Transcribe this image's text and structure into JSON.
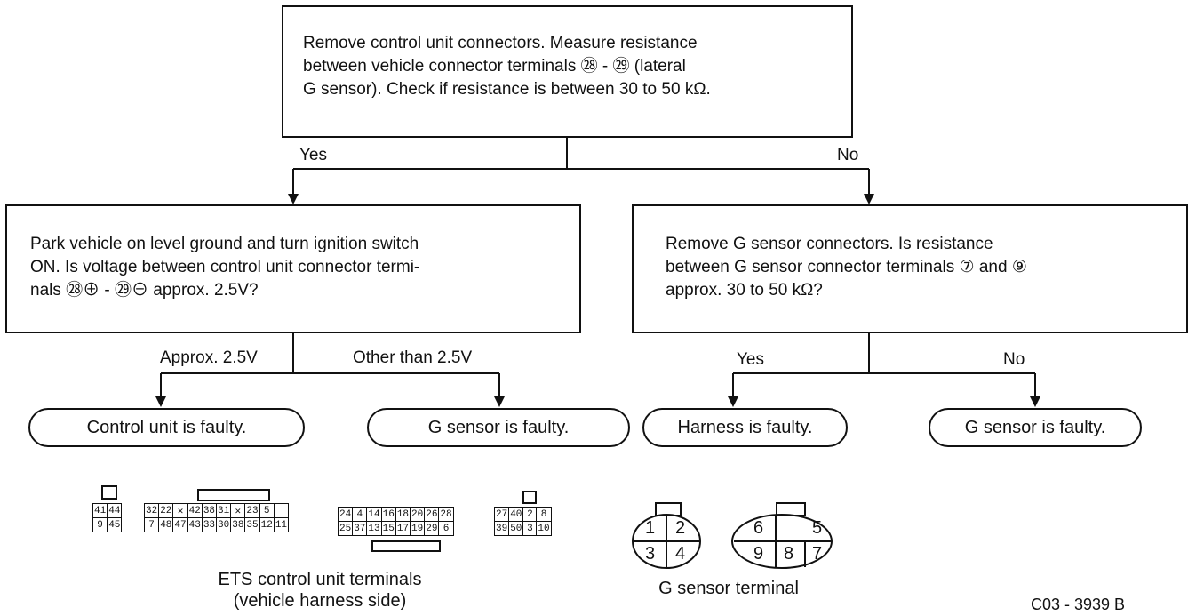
{
  "flow": {
    "start": {
      "text": "Remove control unit connectors. Measure resistance\nbetween vehicle connector terminals ㉘ - ㉙ (lateral\nG sensor). Check if resistance is between 30 to 50 kΩ."
    },
    "yes_label": "Yes",
    "no_label": "No",
    "left_box": {
      "text": "Park vehicle on level ground and turn ignition switch\nON. Is voltage between control unit connector termi-\nnals ㉘⊕ - ㉙⊖ approx. 2.5V?"
    },
    "right_box": {
      "text": "Remove G sensor connectors. Is resistance\nbetween G sensor connector terminals ⑦ and ⑨\napprox. 30 to 50 kΩ?"
    },
    "left_branch_a": "Approx. 2.5V",
    "left_branch_b": "Other than 2.5V",
    "right_branch_a": "Yes",
    "right_branch_b": "No",
    "result1": "Control unit is faulty.",
    "result2": "G sensor is faulty.",
    "result3": "Harness is faulty.",
    "result4": "G sensor is faulty."
  },
  "ets_connector": {
    "caption": "ETS control unit terminals\n(vehicle harness side)",
    "block1": [
      [
        "41",
        "44"
      ],
      [
        "9",
        "45"
      ]
    ],
    "block2": [
      [
        "32",
        "22",
        "✕",
        "42",
        "38",
        "31",
        "✕",
        "23",
        "5",
        ""
      ],
      [
        "7",
        "48",
        "47",
        "43",
        "33",
        "30",
        "38",
        "35",
        "12",
        "11"
      ]
    ],
    "block3": [
      [
        "24",
        "4",
        "14",
        "16",
        "18",
        "20",
        "26",
        "28"
      ],
      [
        "25",
        "37",
        "13",
        "15",
        "17",
        "19",
        "29",
        "6"
      ]
    ],
    "block4": [
      [
        "27",
        "40",
        "2",
        "8"
      ],
      [
        "39",
        "50",
        "3",
        "10"
      ]
    ]
  },
  "g_sensor": {
    "caption": "G sensor terminal",
    "left": [
      [
        "1",
        "2"
      ],
      [
        "3",
        "4"
      ]
    ],
    "right": [
      [
        "6",
        "",
        "5"
      ],
      [
        "9",
        "8",
        "7"
      ]
    ]
  },
  "ref_code": "C03 - 3939 B"
}
